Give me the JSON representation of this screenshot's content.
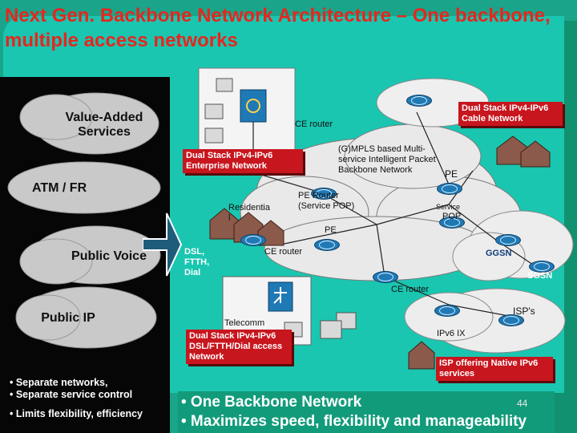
{
  "title": "Next Gen. Backbone Network Architecture – One backbone,  multiple access networks",
  "left_panel": {
    "clouds": [
      "Value-Added Services",
      "ATM / FR",
      "Public Voice",
      "Public IP"
    ],
    "bullets": [
      "• Separate networks,",
      "• Separate service control",
      "• Limits flexibility, efficiency"
    ]
  },
  "callouts": {
    "cable": "Dual Stack IPv4-IPv6 Cable Network",
    "enterprise": "Dual Stack IPv4-IPv6 Enterprise Network",
    "telecomm_top": "Telecomm",
    "telecomm": "Dual Stack IPv4-IPv6 DSL/FTTH/Dial access Network",
    "isp": "ISP offering Native IPv6 services"
  },
  "labels": {
    "ce_router_top": "CE router",
    "backbone": "(G)MPLS based Multi-service Intelligent Packet Backbone Network",
    "pe_right": "PE",
    "pe_router": "PE Router (Service POP)",
    "residential_a": "Residentia",
    "residential_b": "l",
    "service": "Service",
    "pop": "POP",
    "pe_mid": "PE",
    "ce_router_mid": "CE router",
    "dsl_a": "DSL,",
    "dsl_b": "FTTH,",
    "dsl_c": "Dial",
    "ggsn": "GGSN",
    "sgsn": "SGSN",
    "ce_router_low": "CE router",
    "isps": "ISP's",
    "ipv6_ix": "IPv6 IX"
  },
  "bottom": {
    "line1": "• One Backbone Network",
    "line2": "• Maximizes speed, flexibility and manageability",
    "page": "44"
  },
  "colors": {
    "background": "#1aa58a",
    "title": "#e5261f",
    "callout": "#c8161e",
    "cloud_grey": "#c9c9c9",
    "router_blue": "#1f79b5"
  }
}
